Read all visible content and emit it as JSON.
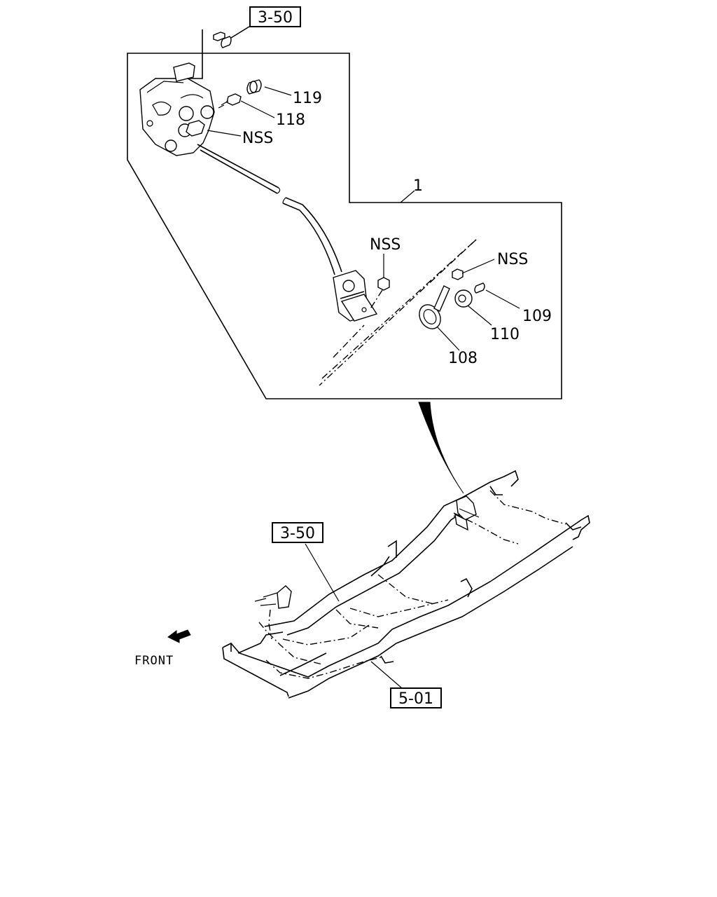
{
  "diagram": {
    "boxed_refs": [
      "3-50",
      "3-50",
      "5-01"
    ],
    "part_labels": {
      "assembly": "1",
      "p119": "119",
      "p118": "118",
      "nss_top": "NSS",
      "nss_mid": "NSS",
      "nss_right": "NSS",
      "p109": "109",
      "p110": "110",
      "p108": "108"
    },
    "front_label": "FRONT"
  }
}
